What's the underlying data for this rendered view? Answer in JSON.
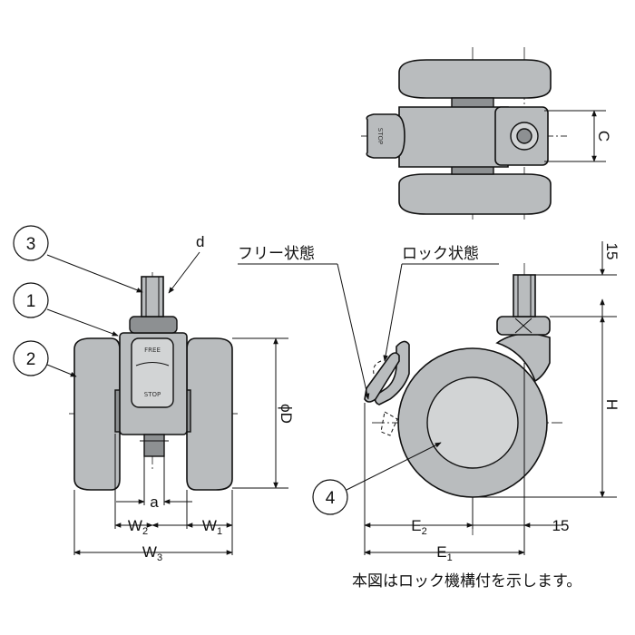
{
  "callouts": {
    "c1": "1",
    "c2": "2",
    "c3": "3",
    "c4": "4"
  },
  "dimensions": {
    "d": "d",
    "a": "a",
    "W1": "W",
    "W1_sub": "1",
    "W2": "W",
    "W2_sub": "2",
    "W3": "W",
    "W3_sub": "3",
    "phiD": "ϕD",
    "C": "C",
    "H": "H",
    "E1": "E",
    "E1_sub": "1",
    "E2": "E",
    "E2_sub": "2",
    "top15": "15",
    "right15": "15"
  },
  "states": {
    "free": "フリー状態",
    "lock": "ロック状態"
  },
  "pedal_text": {
    "free": "FREE",
    "stop": "STOP",
    "top_stop": "STOP"
  },
  "note": "本図はロック機構付を示します。",
  "colors": {
    "part_fill": "#b9bcbe",
    "outline": "#111111"
  }
}
